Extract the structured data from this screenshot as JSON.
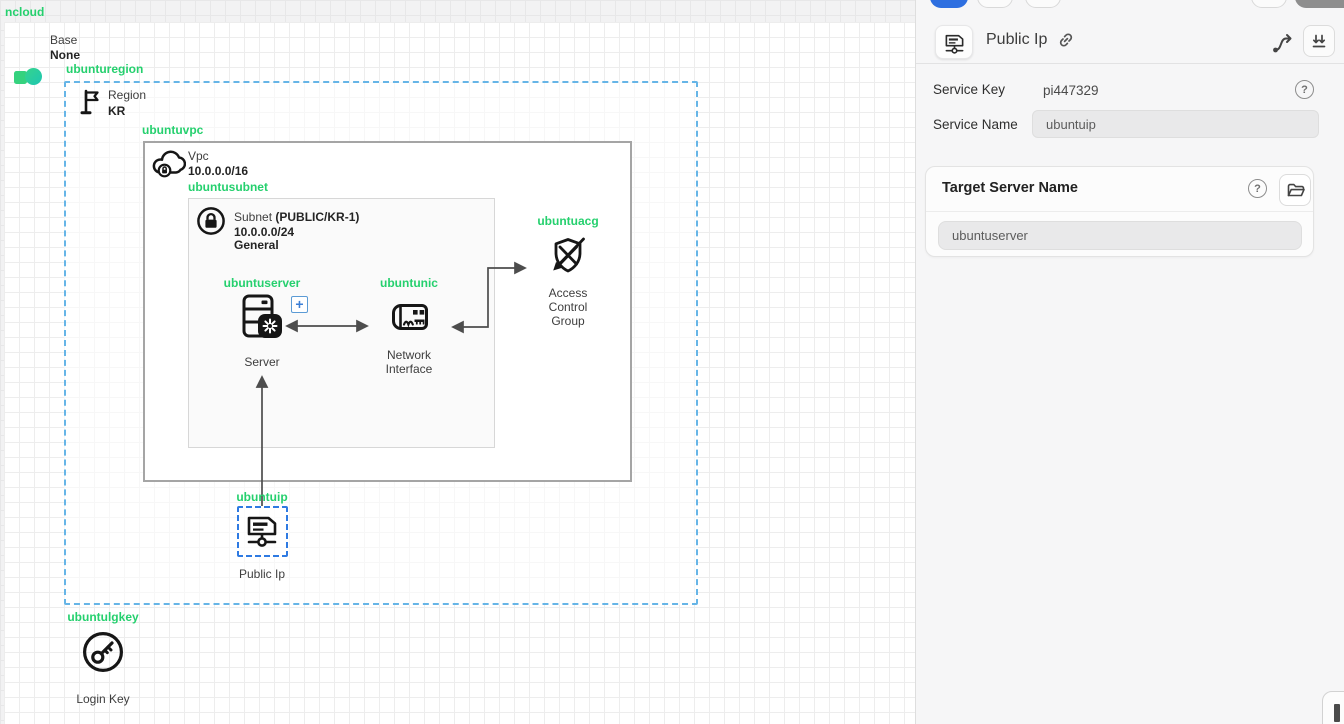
{
  "colors": {
    "accent_green": "#25d06e",
    "region_border_blue": "#66b5e7",
    "selection_border_blue": "#2e7ae2",
    "icon_black": "#161616",
    "arrow_gray": "#4d4d4d",
    "primary_button_blue": "#2e6fe0"
  },
  "icons": {
    "help_glyph": "?",
    "add_glyph": "+",
    "names": [
      "public-ip-icon",
      "link-icon",
      "connector-icon",
      "import-icon",
      "help-icon",
      "folder-icon",
      "flag-icon",
      "vpc-cloud-icon",
      "subnet-lock-icon",
      "server-icon",
      "network-interface-icon",
      "acg-shield-icon",
      "login-key-icon"
    ]
  },
  "canvas": {
    "root_label": "ncloud",
    "base": {
      "title": "Base",
      "value": "None"
    },
    "region": {
      "label": "ubunturegion",
      "type": "Region",
      "name": "KR"
    },
    "vpc": {
      "label": "ubuntuvpc",
      "type": "Vpc",
      "cidr": "10.0.0.0/16"
    },
    "subnet": {
      "label": "ubuntusubnet",
      "type": "Subnet",
      "scope": "(PUBLIC/KR-1)",
      "cidr": "10.0.0.0/24",
      "kind": "General"
    },
    "server": {
      "label": "ubuntuserver",
      "caption": "Server"
    },
    "nic": {
      "label": "ubuntunic",
      "caption": "Network Interface"
    },
    "acg": {
      "label": "ubuntuacg",
      "caption": "Access Control Group"
    },
    "public_ip": {
      "label": "ubuntuip",
      "caption": "Public Ip"
    },
    "login_key": {
      "label": "ubuntulgkey",
      "caption": "Login Key"
    }
  },
  "panel": {
    "title": "Public Ip",
    "service_key": {
      "label": "Service Key",
      "value": "pi447329"
    },
    "service_name": {
      "label": "Service Name",
      "value": "ubuntuip"
    },
    "target_server": {
      "title": "Target Server Name",
      "value": "ubuntuserver"
    }
  }
}
